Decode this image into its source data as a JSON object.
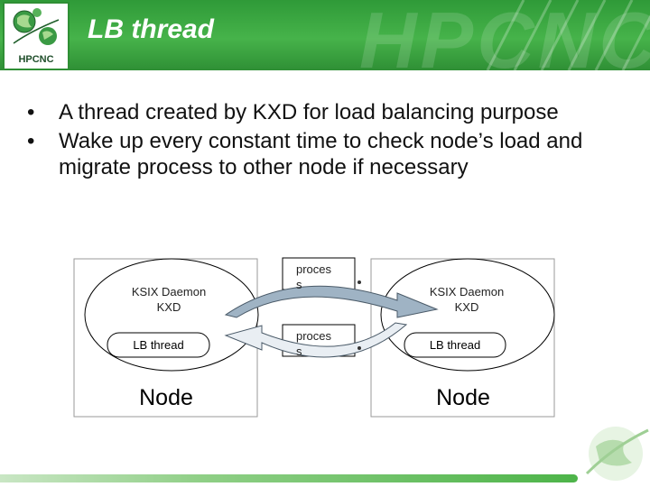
{
  "header": {
    "title": "LB thread",
    "logo_text": "HPCNC",
    "watermark": "HPCNC"
  },
  "bullets": [
    "A thread created by KXD for load balancing purpose",
    "Wake up every constant time to check node’s load and migrate process to other node if necessary"
  ],
  "bullet_glyph": "•",
  "diagram": {
    "left_node": {
      "daemon_line1": "KSIX Daemon",
      "daemon_line2": "KXD",
      "lb_thread": "LB thread",
      "node_label": "Node"
    },
    "right_node": {
      "daemon_line1": "KSIX Daemon",
      "daemon_line2": "KXD",
      "lb_thread": "LB thread",
      "node_label": "Node"
    },
    "process_top_line1": "proces",
    "process_top_line2": "s",
    "process_bottom_line1": "proces",
    "process_bottom_line2": "s"
  },
  "colors": {
    "header_green": "#46b34a",
    "arrow_fill": "#9fb3c4"
  }
}
